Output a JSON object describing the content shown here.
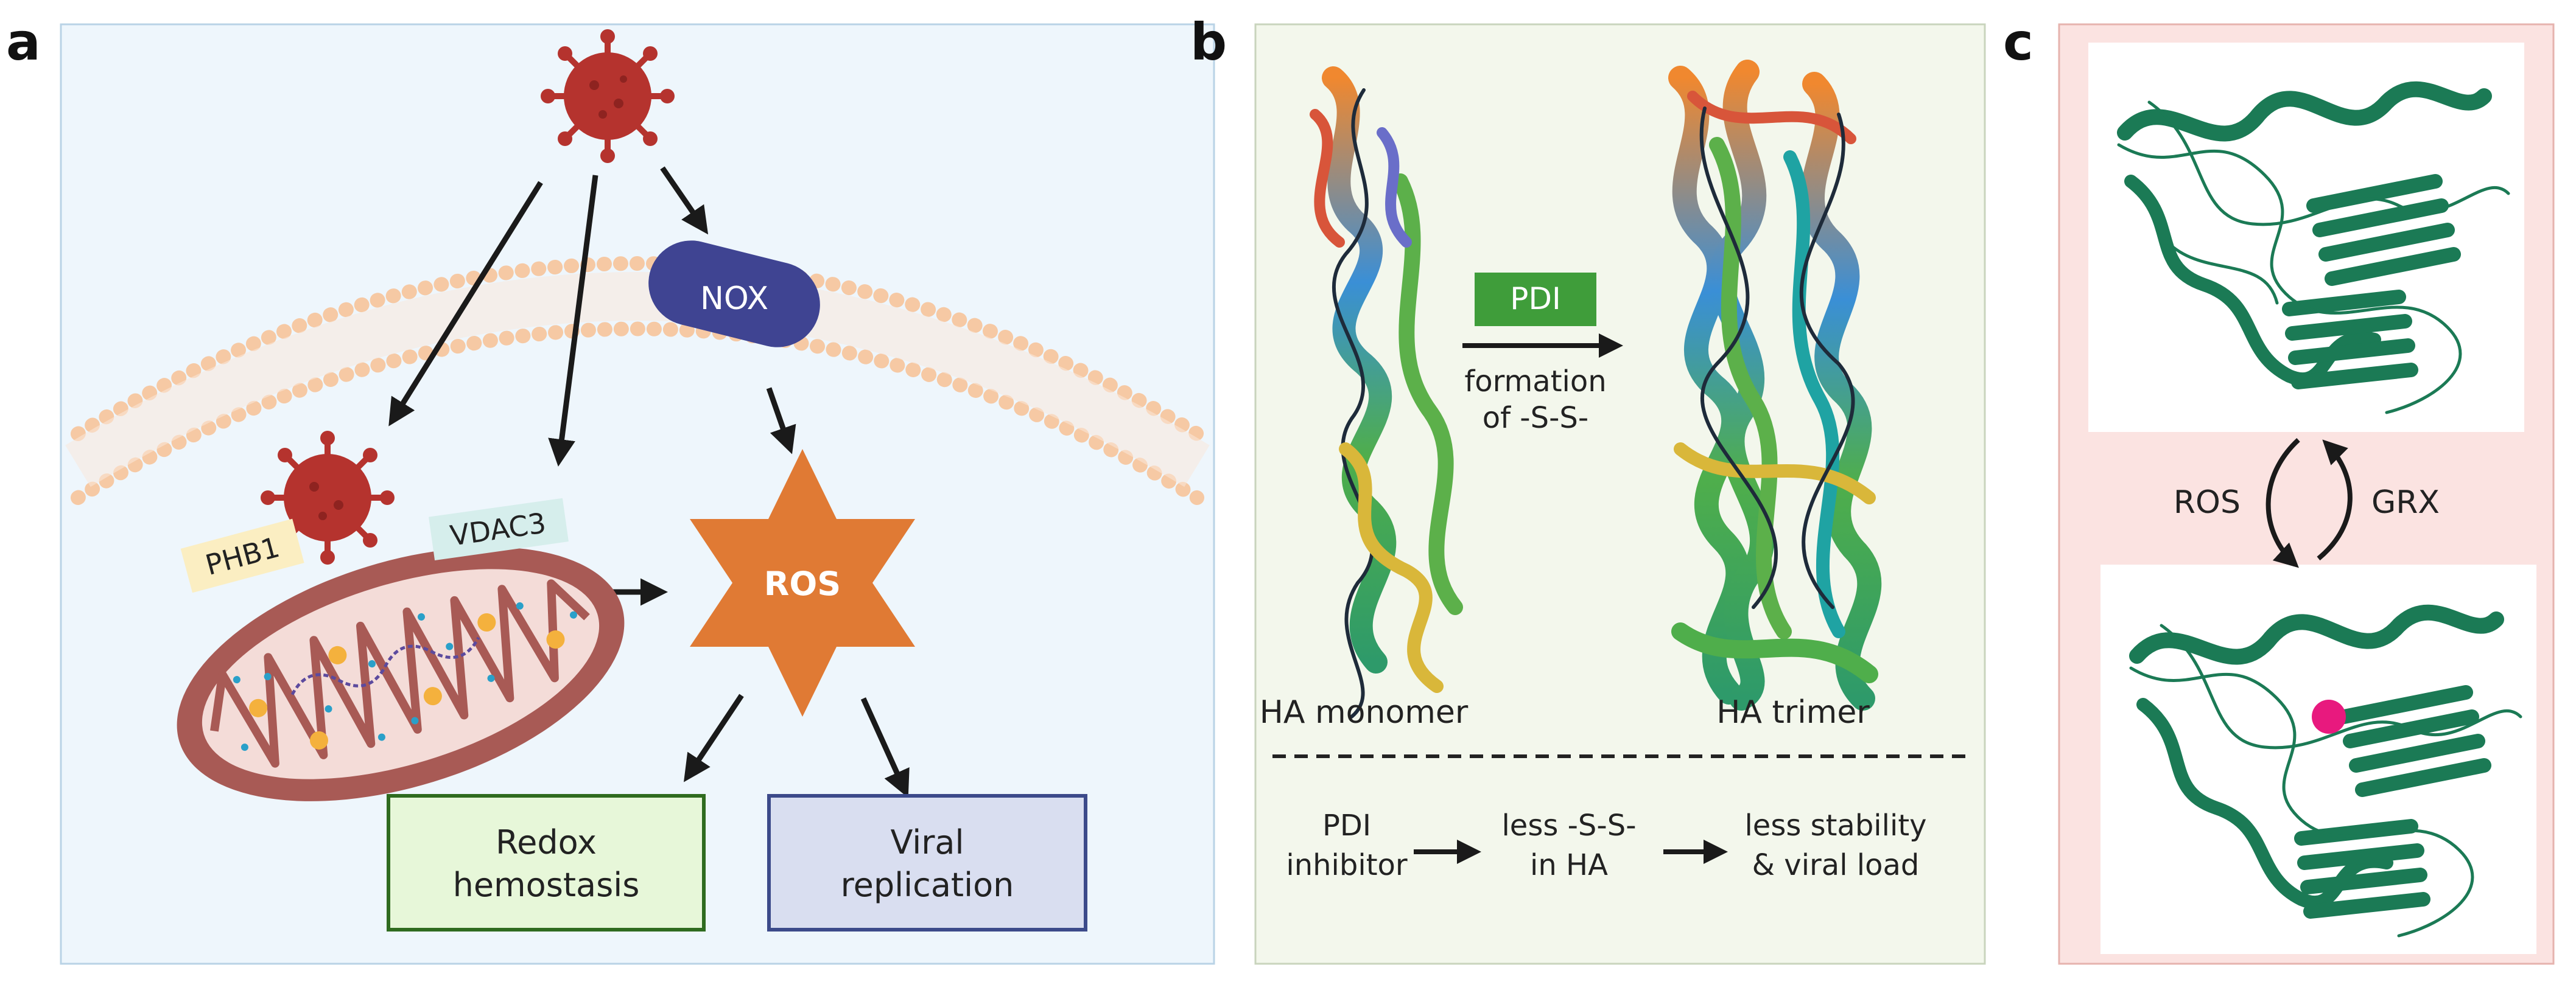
{
  "panels": {
    "a": {
      "letter": "a",
      "labels": {
        "nox": "NOX",
        "ros": "ROS",
        "vdac3": "VDAC3",
        "phb1": "PHB1",
        "redox": "Redox hemostasis",
        "viral": "Viral replication"
      },
      "colors": {
        "background": "#eef6fc",
        "membrane": "#f6c9a4",
        "virus": "#b5332e",
        "nox": "#3f4492",
        "ros": "#e07a34",
        "redox_border": "#2f6b1f",
        "viral_border": "#3c4a8a"
      }
    },
    "b": {
      "letter": "b",
      "labels": {
        "pdi": "PDI",
        "formation_line1": "formation",
        "formation_line2": "of -S-S-",
        "monomer": "HA monomer",
        "trimer": "HA trimer",
        "inhibitor_line1": "PDI",
        "inhibitor_line2": "inhibitor",
        "less_ss_line1": "less -S-S-",
        "less_ss_line2": "in HA",
        "stability_line1": "less stability",
        "stability_line2": "& viral load"
      },
      "colors": {
        "background": "#f3f7ec",
        "pdi": "#3f9d3a"
      }
    },
    "c": {
      "letter": "c",
      "labels": {
        "ros": "ROS",
        "grx": "GRX"
      },
      "colors": {
        "background": "#fbe3e1",
        "protein": "#1b7a55",
        "site": "#e8197e"
      }
    }
  }
}
